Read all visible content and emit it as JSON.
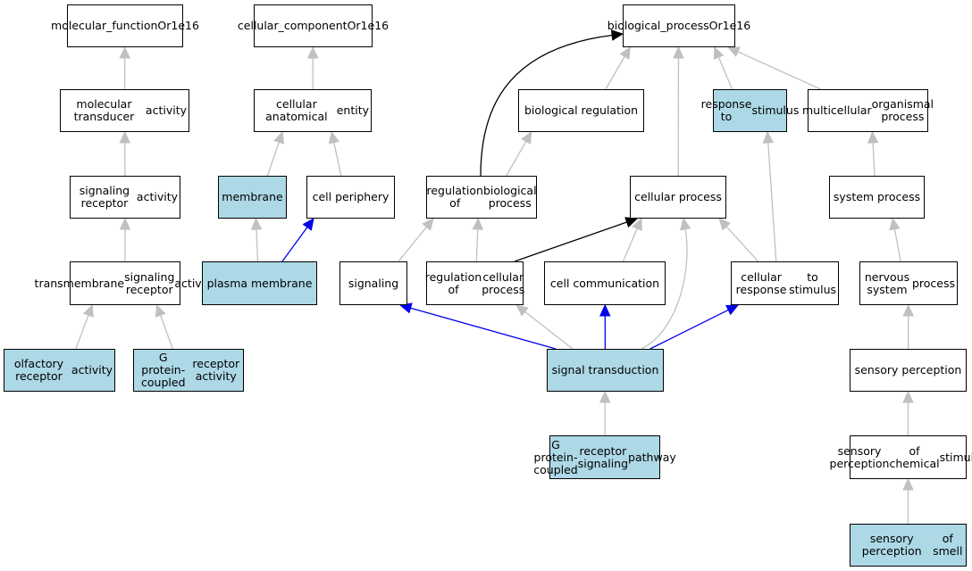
{
  "colors": {
    "highlight": "#add8e6",
    "edge_gray": "#c0c0c0",
    "edge_black": "#000000",
    "edge_blue": "#0000ee"
  },
  "nodes": {
    "mf": {
      "lines": [
        "molecular_function",
        "Or1e16"
      ],
      "highlight": false
    },
    "cc": {
      "lines": [
        "cellular_component",
        "Or1e16"
      ],
      "highlight": false
    },
    "bp": {
      "lines": [
        "biological_process",
        "Or1e16"
      ],
      "highlight": false
    },
    "mta": {
      "lines": [
        "molecular transducer",
        "activity"
      ],
      "highlight": false
    },
    "cae": {
      "lines": [
        "cellular anatomical",
        "entity"
      ],
      "highlight": false
    },
    "breg": {
      "lines": [
        "biological regulation"
      ],
      "highlight": false
    },
    "rts": {
      "lines": [
        "response to",
        "stimulus"
      ],
      "highlight": true
    },
    "mop": {
      "lines": [
        "multicellular",
        "organismal process"
      ],
      "highlight": false
    },
    "sra": {
      "lines": [
        "signaling receptor",
        "activity"
      ],
      "highlight": false
    },
    "mem": {
      "lines": [
        "membrane"
      ],
      "highlight": true
    },
    "cper": {
      "lines": [
        "cell periphery"
      ],
      "highlight": false
    },
    "rbp": {
      "lines": [
        "regulation of",
        "biological process"
      ],
      "highlight": false
    },
    "cproc": {
      "lines": [
        "cellular process"
      ],
      "highlight": false
    },
    "sysp": {
      "lines": [
        "system process"
      ],
      "highlight": false
    },
    "tsra": {
      "lines": [
        "transmembrane",
        "signaling receptor",
        "activity"
      ],
      "highlight": false
    },
    "pm": {
      "lines": [
        "plasma membrane"
      ],
      "highlight": true
    },
    "sig": {
      "lines": [
        "signaling"
      ],
      "highlight": false
    },
    "rcp": {
      "lines": [
        "regulation of",
        "cellular process"
      ],
      "highlight": false
    },
    "ccomm": {
      "lines": [
        "cell communication"
      ],
      "highlight": false
    },
    "crts": {
      "lines": [
        "cellular response",
        "to stimulus"
      ],
      "highlight": false
    },
    "nsp": {
      "lines": [
        "nervous system",
        "process"
      ],
      "highlight": false
    },
    "ora": {
      "lines": [
        "olfactory receptor",
        "activity"
      ],
      "highlight": true
    },
    "gpcra": {
      "lines": [
        "G protein-coupled",
        "receptor activity"
      ],
      "highlight": true
    },
    "st": {
      "lines": [
        "signal transduction"
      ],
      "highlight": true
    },
    "sp": {
      "lines": [
        "sensory perception"
      ],
      "highlight": false
    },
    "gpcrsp": {
      "lines": [
        "G protein-coupled",
        "receptor signaling",
        "pathway"
      ],
      "highlight": true
    },
    "spcs": {
      "lines": [
        "sensory perception",
        "of chemical",
        "stimulus"
      ],
      "highlight": false
    },
    "sps": {
      "lines": [
        "sensory perception",
        "of smell"
      ],
      "highlight": true
    }
  },
  "edges": [
    {
      "from": "mta",
      "to": "mf",
      "color": "gray"
    },
    {
      "from": "sra",
      "to": "mta",
      "color": "gray"
    },
    {
      "from": "tsra",
      "to": "sra",
      "color": "gray"
    },
    {
      "from": "ora",
      "to": "tsra",
      "color": "gray"
    },
    {
      "from": "gpcra",
      "to": "tsra",
      "color": "gray"
    },
    {
      "from": "cae",
      "to": "cc",
      "color": "gray"
    },
    {
      "from": "mem",
      "to": "cae",
      "color": "gray"
    },
    {
      "from": "cper",
      "to": "cae",
      "color": "gray"
    },
    {
      "from": "pm",
      "to": "mem",
      "color": "gray"
    },
    {
      "from": "pm",
      "to": "cper",
      "color": "blue"
    },
    {
      "from": "rbp",
      "to": "bp",
      "color": "black"
    },
    {
      "from": "breg",
      "to": "bp",
      "color": "gray"
    },
    {
      "from": "cproc",
      "to": "bp",
      "color": "gray"
    },
    {
      "from": "rts",
      "to": "bp",
      "color": "gray"
    },
    {
      "from": "mop",
      "to": "bp",
      "color": "gray"
    },
    {
      "from": "rbp",
      "to": "breg",
      "color": "gray"
    },
    {
      "from": "sysp",
      "to": "mop",
      "color": "gray"
    },
    {
      "from": "sig",
      "to": "rbp",
      "color": "gray"
    },
    {
      "from": "rcp",
      "to": "rbp",
      "color": "gray"
    },
    {
      "from": "rcp",
      "to": "cproc",
      "color": "black"
    },
    {
      "from": "ccomm",
      "to": "cproc",
      "color": "gray"
    },
    {
      "from": "st",
      "to": "cproc",
      "color": "gray"
    },
    {
      "from": "crts",
      "to": "cproc",
      "color": "gray"
    },
    {
      "from": "crts",
      "to": "rts",
      "color": "gray"
    },
    {
      "from": "nsp",
      "to": "sysp",
      "color": "gray"
    },
    {
      "from": "st",
      "to": "sig",
      "color": "blue"
    },
    {
      "from": "st",
      "to": "rcp",
      "color": "gray"
    },
    {
      "from": "st",
      "to": "ccomm",
      "color": "blue"
    },
    {
      "from": "st",
      "to": "crts",
      "color": "blue"
    },
    {
      "from": "sp",
      "to": "nsp",
      "color": "gray"
    },
    {
      "from": "gpcrsp",
      "to": "st",
      "color": "gray"
    },
    {
      "from": "spcs",
      "to": "sp",
      "color": "gray"
    },
    {
      "from": "sps",
      "to": "spcs",
      "color": "gray"
    }
  ]
}
